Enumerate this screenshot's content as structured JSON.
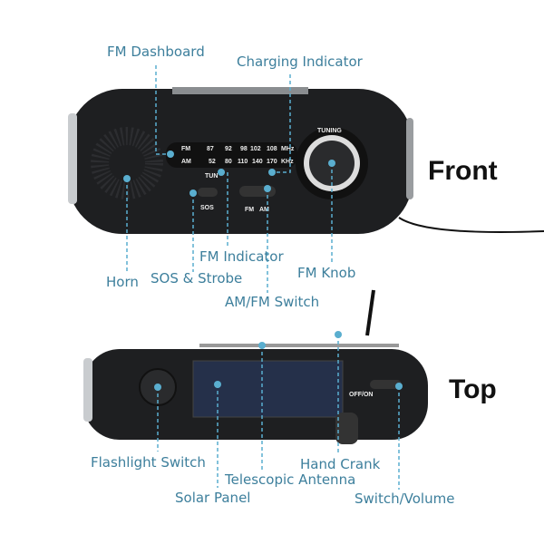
{
  "labels": {
    "fm_dashboard": "FM Dashboard",
    "charging_indicator": "Charging Indicator",
    "fm_indicator": "FM Indicator",
    "horn": "Horn",
    "sos_strobe": "SOS & Strobe",
    "fm_knob": "FM Knob",
    "am_fm_switch": "AM/FM Switch",
    "flashlight_switch": "Flashlight Switch",
    "hand_crank": "Hand Crank",
    "telescopic_antenna": "Telescopic Antenna",
    "solar_panel": "Solar Panel",
    "switch_volume": "Switch/Volume"
  },
  "views": {
    "front": "Front",
    "top": "Top"
  },
  "dial": {
    "fm": "FM",
    "am": "AM",
    "fm_scale": [
      "87",
      "92",
      "98",
      "102",
      "108"
    ],
    "am_scale": [
      "52",
      "80",
      "110",
      "140",
      "170"
    ],
    "fm_unit": "MHz",
    "am_unit": "KHz",
    "tun": "TUN",
    "tuning": "TUNING",
    "sos": "SOS",
    "switch_fm": "FM",
    "switch_am": "AM",
    "off_on": "OFF/ON"
  },
  "colors": {
    "accent": "#3d7f9c",
    "dot": "#5aaecf",
    "body": "#1e1f21"
  }
}
